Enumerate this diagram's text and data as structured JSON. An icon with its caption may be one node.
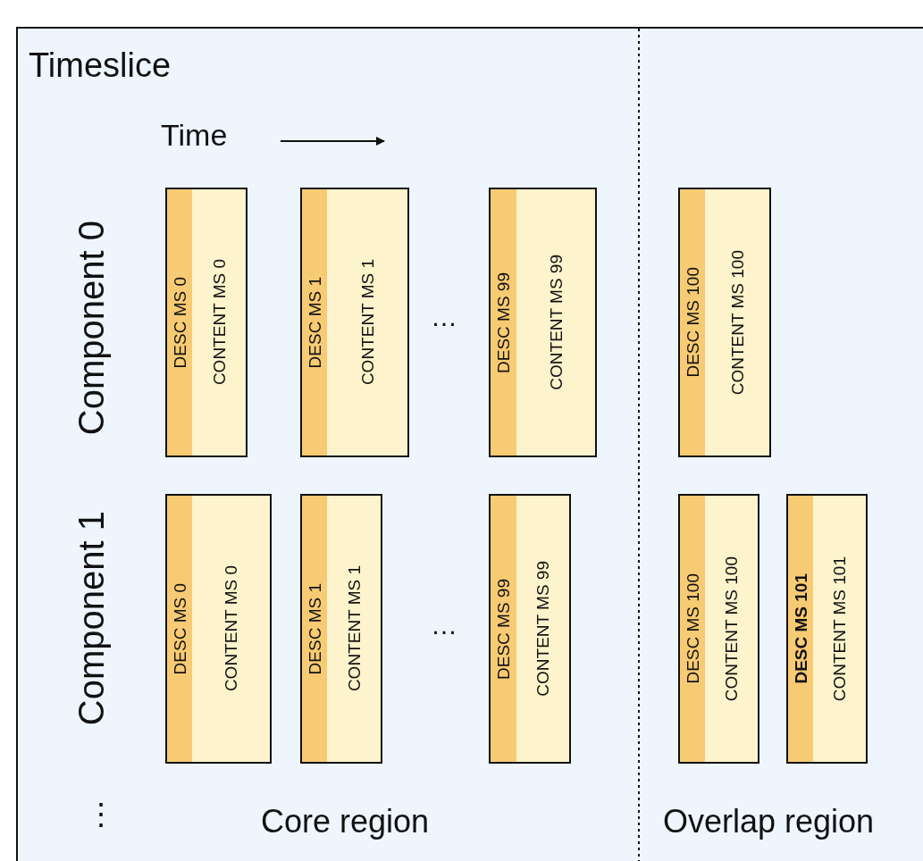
{
  "diagram": {
    "nodes": [
      {
        "text": [
          "Timeslice"
        ]
      },
      {
        "text": [
          "DESC MS 0"
        ],
        "in": 0
      },
      {
        "text": [
          "CONTENT MS 0"
        ],
        "in": 0
      },
      {
        "text": [
          "DESC MS 1"
        ],
        "in": 0
      },
      {
        "text": [
          "CONTENT MS 1"
        ],
        "in": 0
      },
      {
        "text": [
          "DESC MS 99"
        ],
        "in": 0
      },
      {
        "text": [
          "CONTENT MS 99"
        ],
        "in": 0
      },
      {
        "text": [
          "DESC MS 100"
        ],
        "in": 0
      },
      {
        "text": [
          "CONTENT MS 100"
        ],
        "in": 0
      },
      {
        "text": [
          "DESC MS 0"
        ],
        "in": 0
      },
      {
        "text": [
          "CONTENT MS 0"
        ],
        "in": 0
      },
      {
        "text": [
          "DESC MS 1"
        ],
        "in": 0
      },
      {
        "text": [
          "CONTENT MS 1"
        ],
        "in": 0
      },
      {
        "text": [
          "DESC MS 99"
        ],
        "in": 0
      },
      {
        "text": [
          "CONTENT MS 99"
        ],
        "in": 0
      },
      {
        "text": [
          "DESC MS 100"
        ],
        "in": 0
      },
      {
        "text": [
          "CONTENT MS 100"
        ],
        "in": 0
      },
      {
        "text": [
          "DESC MS 101"
        ],
        "in": 0
      },
      {
        "text": [
          "CONTENT MS 101"
        ],
        "in": 0
      }
    ],
    "edges": [],
    "labels": [
      "Time",
      "Component 0",
      "…",
      "Component 1",
      "…",
      "⋮",
      "Core region",
      "Overlap region"
    ]
  }
}
